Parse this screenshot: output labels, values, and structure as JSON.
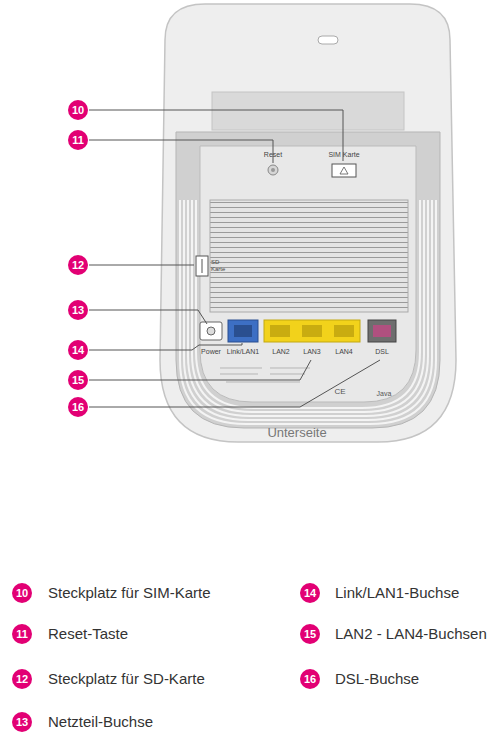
{
  "diagram": {
    "caption": "Unterseite",
    "nodes": [
      {
        "text": [
          "10"
        ]
      },
      {
        "text": [
          "11"
        ]
      },
      {
        "text": [
          "12"
        ]
      },
      {
        "text": [
          "13"
        ]
      },
      {
        "text": [
          "14"
        ]
      },
      {
        "text": [
          "15"
        ]
      },
      {
        "text": [
          "16"
        ]
      },
      {
        "text": [
          "10"
        ]
      },
      {
        "text": [
          "11"
        ]
      },
      {
        "text": [
          "12"
        ]
      },
      {
        "text": [
          "13"
        ]
      },
      {
        "text": [
          "14"
        ]
      },
      {
        "text": [
          "15"
        ]
      },
      {
        "text": [
          "16"
        ]
      }
    ],
    "labels": [
      "Reset",
      "SIM Karte",
      "SD Karte",
      "Power",
      "Link/LAN1",
      "LAN2",
      "LAN3",
      "LAN4",
      "DSL",
      "CE",
      "Java",
      "Steckplatz für SIM-Karte",
      "Reset-Taste",
      "Steckplatz für SD-Karte",
      "Netzteil-Buchse",
      "Link/LAN1-Buchse",
      "LAN2 - LAN4-Buchsen",
      "DSL-Buchse"
    ]
  }
}
